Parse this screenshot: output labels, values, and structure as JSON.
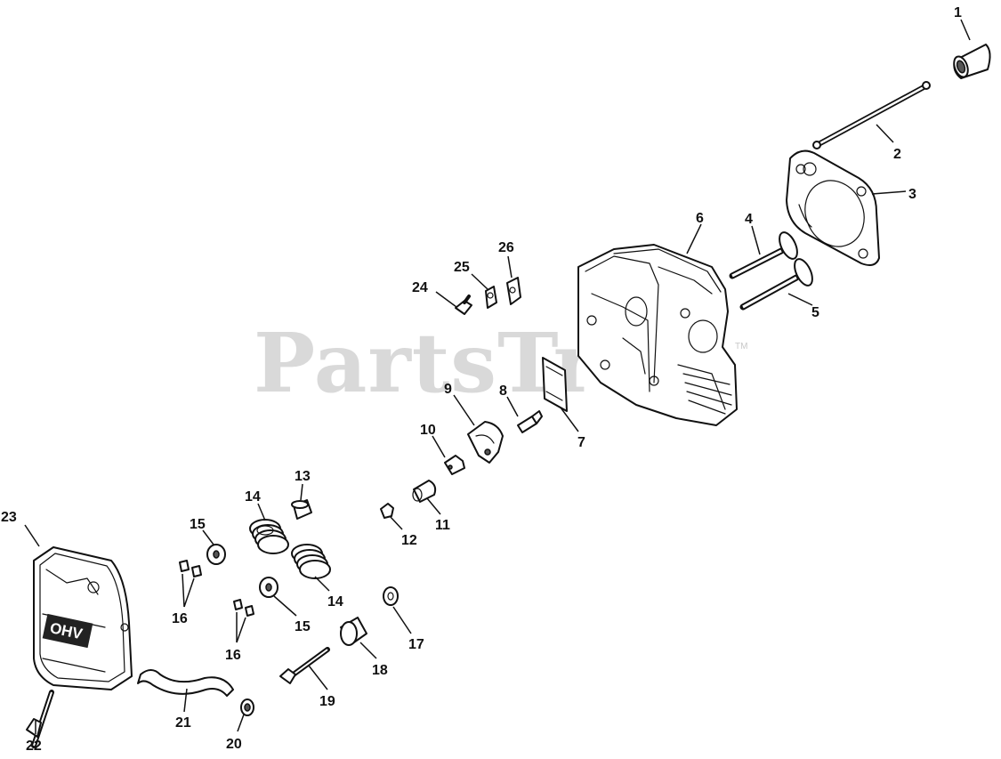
{
  "watermark": {
    "text": "PartsTree",
    "tm": "TM"
  },
  "cover_text": "OHV",
  "callouts": [
    {
      "id": "callout-1",
      "label": "1"
    },
    {
      "id": "callout-2",
      "label": "2"
    },
    {
      "id": "callout-3",
      "label": "3"
    },
    {
      "id": "callout-4",
      "label": "4"
    },
    {
      "id": "callout-5",
      "label": "5"
    },
    {
      "id": "callout-6",
      "label": "6"
    },
    {
      "id": "callout-7",
      "label": "7"
    },
    {
      "id": "callout-8",
      "label": "8"
    },
    {
      "id": "callout-9",
      "label": "9"
    },
    {
      "id": "callout-10",
      "label": "10"
    },
    {
      "id": "callout-11",
      "label": "11"
    },
    {
      "id": "callout-12",
      "label": "12"
    },
    {
      "id": "callout-13",
      "label": "13"
    },
    {
      "id": "callout-14a",
      "label": "14"
    },
    {
      "id": "callout-14b",
      "label": "14"
    },
    {
      "id": "callout-15a",
      "label": "15"
    },
    {
      "id": "callout-15b",
      "label": "15"
    },
    {
      "id": "callout-16a",
      "label": "16"
    },
    {
      "id": "callout-16b",
      "label": "16"
    },
    {
      "id": "callout-17",
      "label": "17"
    },
    {
      "id": "callout-18",
      "label": "18"
    },
    {
      "id": "callout-19",
      "label": "19"
    },
    {
      "id": "callout-20",
      "label": "20"
    },
    {
      "id": "callout-21",
      "label": "21"
    },
    {
      "id": "callout-22",
      "label": "22"
    },
    {
      "id": "callout-23",
      "label": "23"
    },
    {
      "id": "callout-24",
      "label": "24"
    },
    {
      "id": "callout-25",
      "label": "25"
    },
    {
      "id": "callout-26",
      "label": "26"
    }
  ]
}
